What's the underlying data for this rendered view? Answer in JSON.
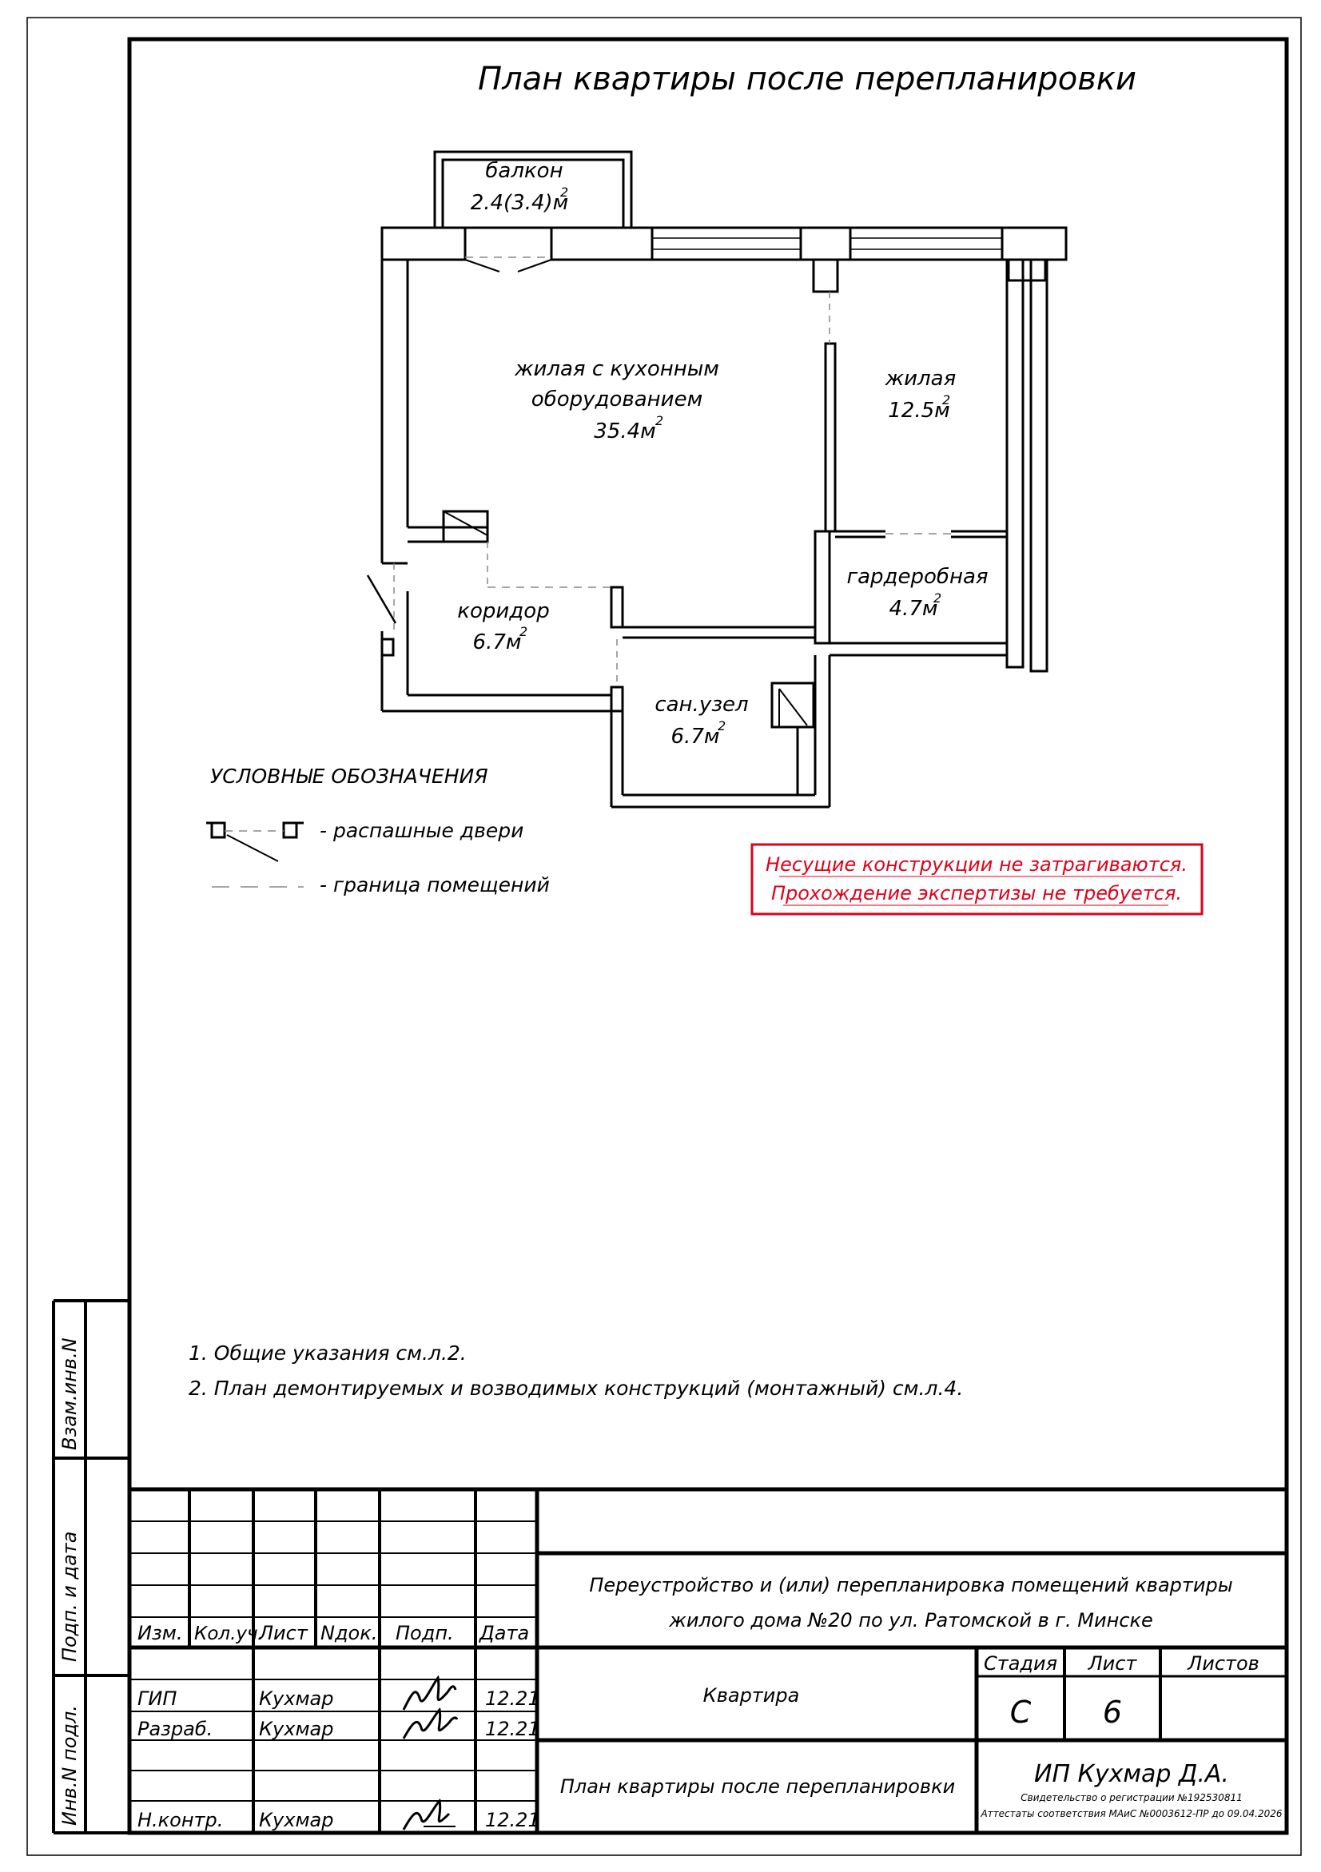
{
  "title": "План квартиры после перепланировки",
  "rooms": {
    "balcony": {
      "name": "балкон",
      "area": "2.4(3.4)м",
      "sup": "2"
    },
    "living_kitchen": {
      "name1": "жилая с кухонным",
      "name2": "оборудованием",
      "area": "35.4м",
      "sup": "2"
    },
    "living": {
      "name": "жилая",
      "area": "12.5м",
      "sup": "2"
    },
    "wardrobe": {
      "name": "гардеробная",
      "area": "4.7м",
      "sup": "2"
    },
    "corridor": {
      "name": "коридор",
      "area": "6.7м",
      "sup": "2"
    },
    "bathroom": {
      "name": "сан.узел",
      "area": "6.7м",
      "sup": "2"
    }
  },
  "legend": {
    "heading": "УСЛОВНЫЕ ОБОЗНАЧЕНИЯ",
    "doors": "- распашные двери",
    "boundary": "- граница помещений"
  },
  "warning": {
    "line1": "Несущие конструкции не затрагиваются.",
    "line2": "Прохождение экспертизы не требуется.",
    "color": "#e0001a"
  },
  "notes": [
    "1. Общие указания см.л.2.",
    "2. План демонтируемых и возводимых конструкций (монтажный) см.л.4."
  ],
  "side_labels": {
    "vzam": "Взам.инв.N",
    "podp": "Подп. и дата",
    "inv": "Инв.N подл."
  },
  "stamp": {
    "project": {
      "line1": "Переустройство и (или) перепланировка помещений квартиры",
      "line2": "жилого дома №20 по ул. Ратомской в г. Минске"
    },
    "headers": {
      "izm": "Изм.",
      "kol": "Кол.уч.",
      "list": "Лист",
      "ndok": "Nдок.",
      "podp": "Подп.",
      "data": "Дата"
    },
    "people": [
      {
        "role": "ГИП",
        "name": "Кухмар",
        "date": "12.21"
      },
      {
        "role": "Разраб.",
        "name": "Кухмар",
        "date": "12.21"
      },
      {
        "role": "Н.контр.",
        "name": "Кухмар",
        "date": "12.21"
      }
    ],
    "object": "Квартира",
    "sheet_title": "План квартиры после перепланировки",
    "stage_label": "Стадия",
    "sheet_label": "Лист",
    "sheets_label": "Листов",
    "stage": "С",
    "sheet": "6",
    "sheets": "",
    "org": "ИП Кухмар Д.А.",
    "cert1": "Свидетельство о регистрации №192530811",
    "cert2": "Аттестаты соответствия МАиС №0003612-ПР до 09.04.2026"
  }
}
